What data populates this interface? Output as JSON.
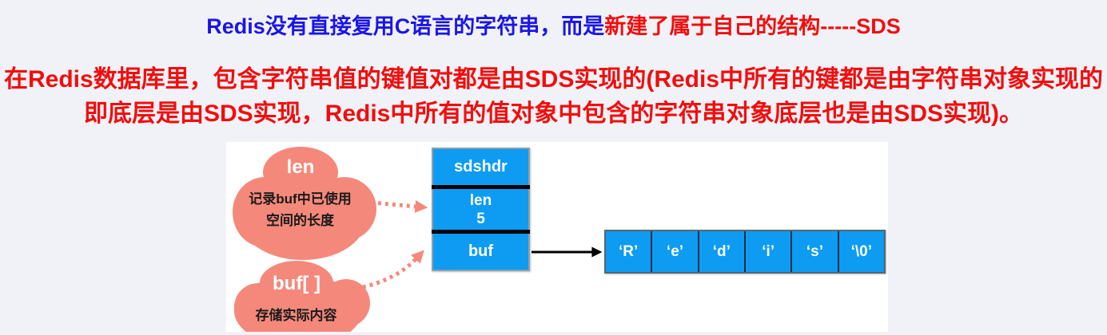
{
  "colors": {
    "page_bg": "#F1F2F7",
    "canvas_bg": "#FFFFFF",
    "heading_blue": "#1A15E8",
    "heading_red": "#F20D0D",
    "box_blue": "#0D9CF2",
    "cloud_salmon": "#F4897B",
    "divider_black": "#000000"
  },
  "heading": {
    "line1_blue": "Redis没有直接复用C语言的字符串，而是",
    "line1_red": "新建了属于自己的结构-----SDS",
    "line2": "在Redis数据库里，包含字符串值的键值对都是由SDS实现的(Redis中所有的键都是由字符串对象实现的",
    "line3": "即底层是由SDS实现，Redis中所有的值对象中包含的字符串对象底层也是由SDS实现)。"
  },
  "diagram": {
    "cloud_len": {
      "title": "len",
      "line1": "记录buf中已使用",
      "line2": "空间的长度"
    },
    "cloud_buf": {
      "title": "buf[ ]",
      "line1": "存储实际内容"
    },
    "struct": {
      "header": "sdshdr",
      "len_label": "len",
      "len_value": "5",
      "buf_label": "buf"
    },
    "cells": [
      "‘R’",
      "‘e’",
      "‘d’",
      "‘i’",
      "‘s’",
      "‘\\0’"
    ]
  }
}
